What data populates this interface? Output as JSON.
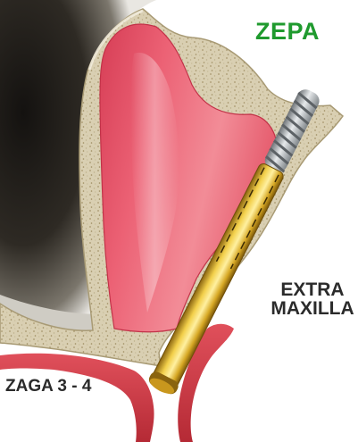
{
  "title": "ZEPA",
  "region_label": {
    "line1": "EXTRA",
    "line2": "MAXILLA"
  },
  "classification": "ZAGA 3 - 4",
  "colors": {
    "title": "#1f9a2e",
    "text": "#2b2b2b",
    "sinus_membrane": "#e8576a",
    "bone": "#d9cfb2",
    "gingiva": "#d23a45",
    "implant_gold": "#d7a824",
    "implant_threads": "#9ea3a8",
    "cavity": "#2e2a24"
  },
  "icons": [
    "maxillary-sinus-illustration",
    "zygomatic-implant-illustration"
  ]
}
